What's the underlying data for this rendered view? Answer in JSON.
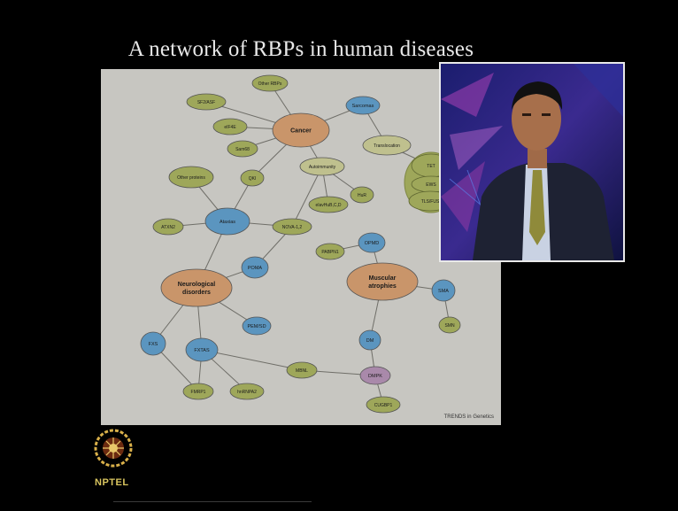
{
  "slide": {
    "title": "A network of RBPs in human diseases",
    "source": "TRENDS in Genetics"
  },
  "logo": {
    "text": "NPTEL"
  },
  "colors": {
    "background": "#000000",
    "diagram_bg": "#c7c6c1",
    "hub": "#c9956a",
    "disease": "#5b95bf",
    "protein": "#9ea75a",
    "process": "#bfc08e",
    "special": "#a989aa",
    "edge": "#6f6e68"
  },
  "diagram": {
    "nodes": [
      {
        "id": "cancer",
        "label": "Cancer",
        "kind": "hub"
      },
      {
        "id": "neuro",
        "label": "Neurological\ndisorders",
        "kind": "hub"
      },
      {
        "id": "musc",
        "label": "Muscular\natrophies",
        "kind": "hub"
      },
      {
        "id": "ataxias",
        "label": "Ataxias",
        "kind": "disease"
      },
      {
        "id": "sarcomas",
        "label": "Sarcomas",
        "kind": "disease"
      },
      {
        "id": "poma",
        "label": "POMA",
        "kind": "disease"
      },
      {
        "id": "pemsd",
        "label": "PEM/SD",
        "kind": "disease"
      },
      {
        "id": "fxs",
        "label": "FXS",
        "kind": "disease"
      },
      {
        "id": "fxtas",
        "label": "FXTAS",
        "kind": "disease"
      },
      {
        "id": "opmd",
        "label": "OPMD",
        "kind": "disease"
      },
      {
        "id": "sma",
        "label": "SMA",
        "kind": "disease"
      },
      {
        "id": "dm",
        "label": "DM",
        "kind": "disease"
      },
      {
        "id": "otherrbps",
        "label": "Other RBPs",
        "kind": "protein"
      },
      {
        "id": "sf2",
        "label": "SF2/ASF",
        "kind": "protein"
      },
      {
        "id": "eif4e",
        "label": "eIF4E",
        "kind": "protein"
      },
      {
        "id": "sam68",
        "label": "Sam68",
        "kind": "protein"
      },
      {
        "id": "otherproteins",
        "label": "Other proteins",
        "kind": "protein"
      },
      {
        "id": "qki",
        "label": "QKI",
        "kind": "protein"
      },
      {
        "id": "hur",
        "label": "HuR",
        "kind": "protein"
      },
      {
        "id": "elav",
        "label": "elavHuB,C,D",
        "kind": "protein"
      },
      {
        "id": "atxn2",
        "label": "ATXN2",
        "kind": "protein"
      },
      {
        "id": "nova",
        "label": "NOVA-1,2",
        "kind": "protein"
      },
      {
        "id": "pabpn1",
        "label": "PABPN1",
        "kind": "protein"
      },
      {
        "id": "smn",
        "label": "SMN",
        "kind": "protein"
      },
      {
        "id": "mbnl",
        "label": "MBNL",
        "kind": "protein"
      },
      {
        "id": "fmrp1",
        "label": "FMRP1",
        "kind": "protein"
      },
      {
        "id": "hnrnpa2",
        "label": "hnRNPA2",
        "kind": "protein"
      },
      {
        "id": "cugbp1",
        "label": "CUGBP1",
        "kind": "protein"
      },
      {
        "id": "tet",
        "label": "TET",
        "kind": "protein"
      },
      {
        "id": "ews",
        "label": "EWS",
        "kind": "protein"
      },
      {
        "id": "tlsfus",
        "label": "TLS/FUS",
        "kind": "protein"
      },
      {
        "id": "autoimmunity",
        "label": "Autoimmunity",
        "kind": "process"
      },
      {
        "id": "translocation",
        "label": "Translocation",
        "kind": "process"
      },
      {
        "id": "dmpk",
        "label": "DMPK",
        "kind": "special"
      }
    ],
    "edges": [
      [
        "otherrbps",
        "cancer"
      ],
      [
        "sf2",
        "cancer"
      ],
      [
        "eif4e",
        "cancer"
      ],
      [
        "sam68",
        "cancer"
      ],
      [
        "cancer",
        "sarcomas"
      ],
      [
        "sarcomas",
        "translocation"
      ],
      [
        "translocation",
        "tet"
      ],
      [
        "cancer",
        "autoimmunity"
      ],
      [
        "cancer",
        "qki"
      ],
      [
        "autoimmunity",
        "hur"
      ],
      [
        "autoimmunity",
        "elav"
      ],
      [
        "autoimmunity",
        "nova"
      ],
      [
        "qki",
        "ataxias"
      ],
      [
        "otherproteins",
        "ataxias"
      ],
      [
        "atxn2",
        "ataxias"
      ],
      [
        "ataxias",
        "nova"
      ],
      [
        "ataxias",
        "neuro"
      ],
      [
        "nova",
        "poma"
      ],
      [
        "poma",
        "neuro"
      ],
      [
        "neuro",
        "pemsd"
      ],
      [
        "neuro",
        "fxs"
      ],
      [
        "neuro",
        "fxtas"
      ],
      [
        "fxs",
        "fmrp1"
      ],
      [
        "fxtas",
        "fmrp1"
      ],
      [
        "fxtas",
        "hnrnpa2"
      ],
      [
        "fxtas",
        "mbnl"
      ],
      [
        "mbnl",
        "dmpk"
      ],
      [
        "pabpn1",
        "opmd"
      ],
      [
        "opmd",
        "musc"
      ],
      [
        "musc",
        "sma"
      ],
      [
        "sma",
        "smn"
      ],
      [
        "musc",
        "dm"
      ],
      [
        "dm",
        "dmpk"
      ],
      [
        "dmpk",
        "cugbp1"
      ]
    ]
  }
}
